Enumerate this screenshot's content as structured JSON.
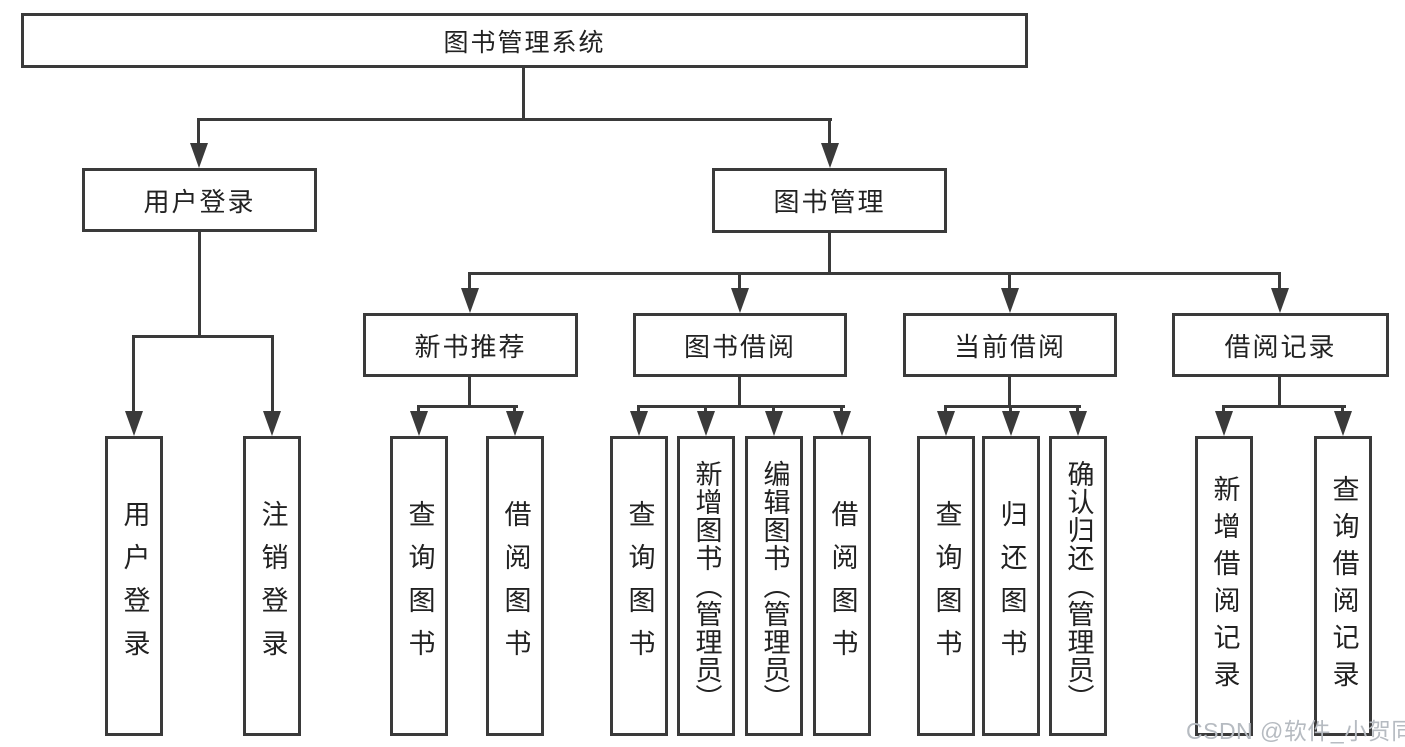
{
  "diagram": {
    "root": {
      "label": "图书管理系统"
    },
    "level2": [
      {
        "label": "用户登录"
      },
      {
        "label": "图书管理"
      }
    ],
    "level3": [
      {
        "label": "新书推荐"
      },
      {
        "label": "图书借阅"
      },
      {
        "label": "当前借阅"
      },
      {
        "label": "借阅记录"
      }
    ],
    "leaves": {
      "user_login": [
        {
          "label": "用户登录"
        },
        {
          "label": "注销登录"
        }
      ],
      "new_books": [
        {
          "label": "查询图书"
        },
        {
          "label": "借阅图书"
        }
      ],
      "book_borrow": [
        {
          "label": "查询图书"
        },
        {
          "label": "新增图书（管理员）"
        },
        {
          "label": "编辑图书（管理员）"
        },
        {
          "label": "借阅图书"
        }
      ],
      "current_borrow": [
        {
          "label": "查询图书"
        },
        {
          "label": "归还图书"
        },
        {
          "label": "确认归还（管理员）"
        }
      ],
      "borrow_records": [
        {
          "label": "新增借阅记录"
        },
        {
          "label": "查询借阅记录"
        }
      ]
    },
    "colors": {
      "border": "#3a3a3a",
      "text": "#222222",
      "background": "#ffffff",
      "watermark": "#b6bbc1"
    }
  },
  "watermark": {
    "text": "CSDN @软件_小贺同学"
  }
}
